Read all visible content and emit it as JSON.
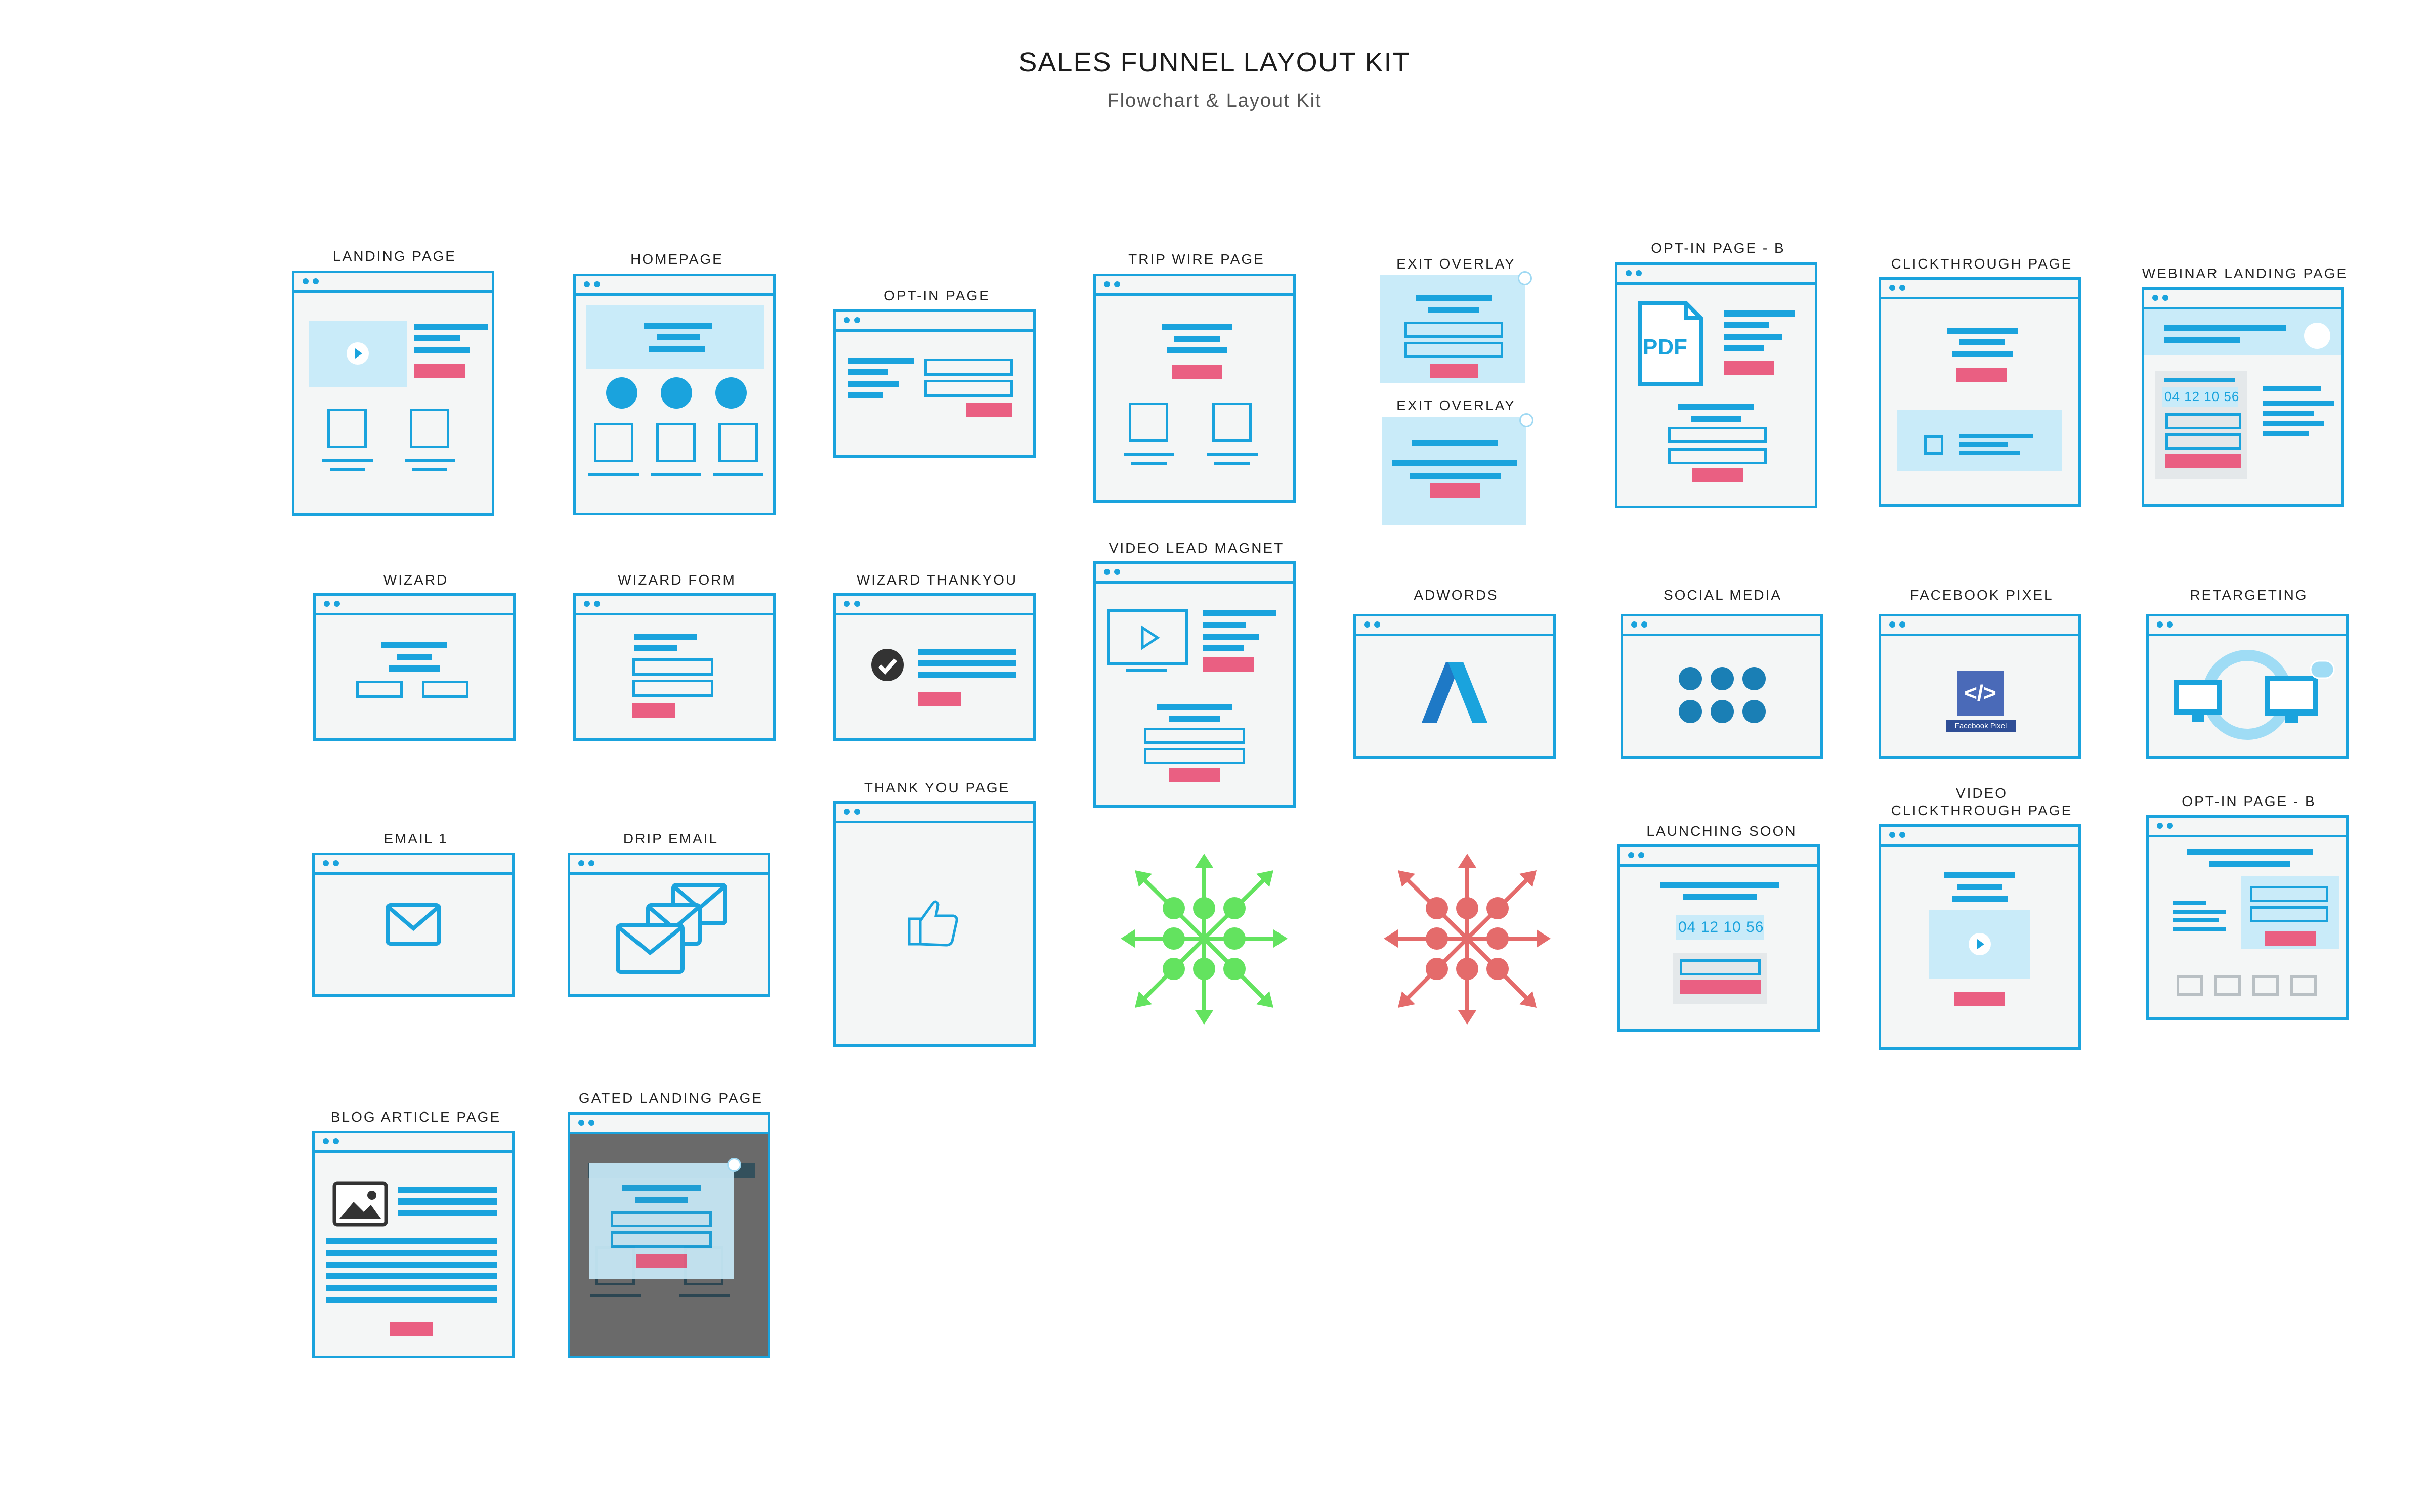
{
  "header": {
    "title": "SALES FUNNEL LAYOUT KIT",
    "subtitle": "Flowchart & Layout Kit"
  },
  "colors": {
    "accent": "#1aa3dd",
    "light": "#c9ebf9",
    "cta": "#ea5f82",
    "window_bg": "#f4f6f6",
    "green": "#63e35f",
    "red": "#e46b6b",
    "dark_overlay": "#6a6a6a"
  },
  "labels": {
    "landing_page": "LANDING PAGE",
    "homepage": "HOMEPAGE",
    "optin_page": "OPT-IN PAGE",
    "trip_wire_page": "TRIP WIRE PAGE",
    "exit_overlay_1": "EXIT OVERLAY",
    "exit_overlay_2": "EXIT OVERLAY",
    "optin_page_b_1": "OPT-IN PAGE - B",
    "clickthrough_page": "CLICKTHROUGH PAGE",
    "webinar_landing_page": "WEBINAR LANDING PAGE",
    "wizard": "WIZARD",
    "wizard_form": "WIZARD FORM",
    "wizard_thankyou": "WIZARD THANKYOU",
    "video_lead_magnet": "VIDEO LEAD MAGNET",
    "adwords": "ADWORDS",
    "social_media": "SOCIAL MEDIA",
    "facebook_pixel": "FACEBOOK PIXEL",
    "retargeting": "RETARGETING",
    "email_1": "EMAIL 1",
    "drip_email": "DRIP EMAIL",
    "thank_you_page": "THANK YOU PAGE",
    "launching_soon": "LAUNCHING SOON",
    "video_clickthrough_line1": "VIDEO",
    "video_clickthrough_line2": "CLICKTHROUGH PAGE",
    "optin_page_b_2": "OPT-IN PAGE - B",
    "blog_article_page": "BLOG ARTICLE PAGE",
    "gated_landing_page": "GATED LANDING PAGE"
  },
  "inner_text": {
    "pdf": "PDF",
    "countdown_1": "04 12  10  56",
    "countdown_2": "04 12  10  56",
    "facebook_pixel_caption": "Facebook Pixel",
    "code_glyph": "</>"
  },
  "icons": [
    "play-icon",
    "pdf-icon",
    "check-icon",
    "adwords-logo",
    "facebook-icon",
    "twitter-icon",
    "instagram-icon",
    "google-plus-icon",
    "youtube-icon",
    "linkedin-icon",
    "code-icon",
    "retargeting-cycle-icon",
    "envelope-icon",
    "thumbs-up-icon",
    "image-icon",
    "arrows-expand-icon"
  ]
}
